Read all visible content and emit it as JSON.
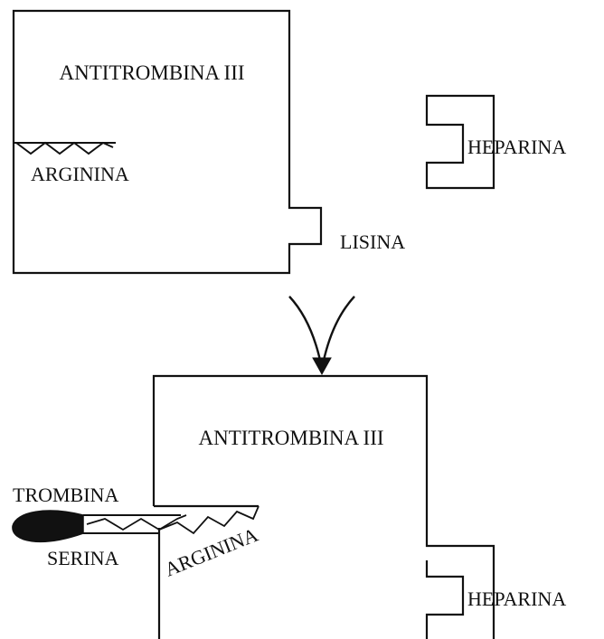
{
  "top": {
    "protein_label": "ANTITROMBINA III",
    "arginine_label": "ARGININA",
    "lysine_label": "LISINA",
    "heparin_label": "HEPARINA"
  },
  "bottom": {
    "protein_label": "ANTITROMBINA III",
    "thrombin_label": "TROMBINA",
    "serine_label": "SERINA",
    "arginine_label": "ARGININA",
    "heparin_label": "HEPARINA"
  },
  "colors": {
    "stroke": "#111111",
    "background": "#ffffff"
  }
}
